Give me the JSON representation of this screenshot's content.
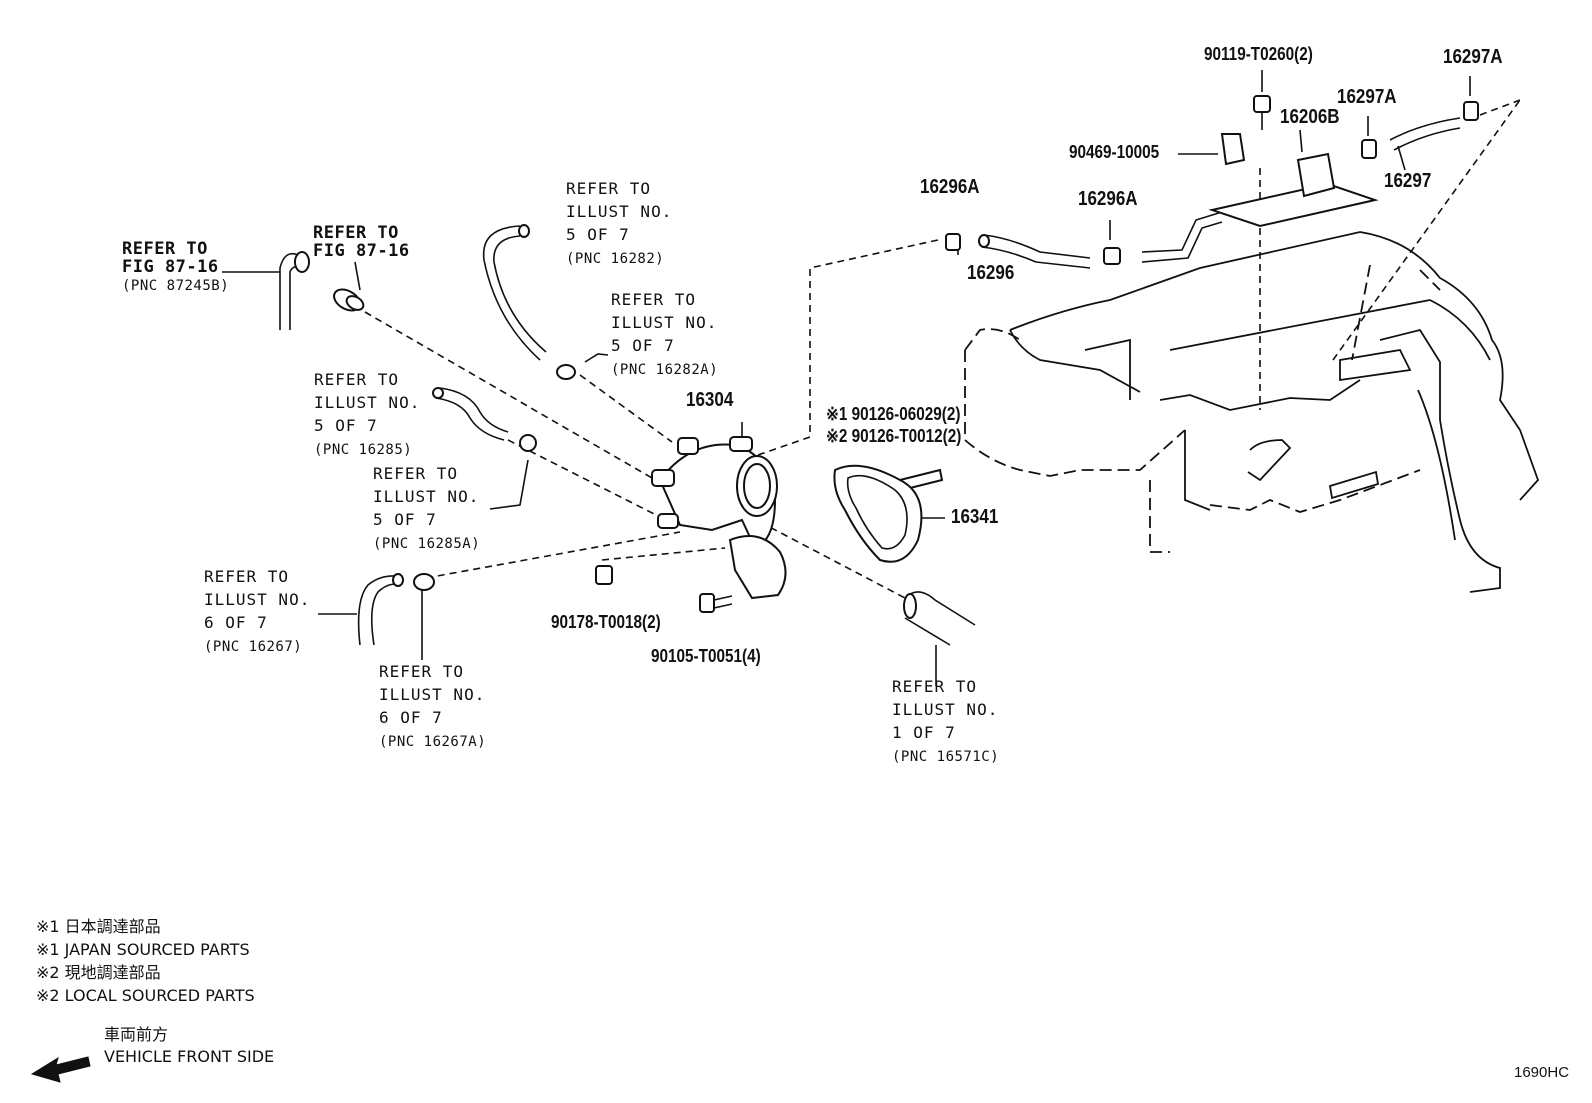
{
  "diagram_code": "1690HC",
  "parts": {
    "p16304": "16304",
    "p16341": "16341",
    "p16296": "16296",
    "p16296A_1": "16296A",
    "p16296A_2": "16296A",
    "p16297": "16297",
    "p16297A_1": "16297A",
    "p16297A_2": "16297A",
    "p16206B": "16206B",
    "p90119": "90119-T0260(2)",
    "p90469": "90469-10005",
    "p90178": "90178-T0018(2)",
    "p90105": "90105-T0051(4)",
    "p90126_1": "※1 90126-06029(2)",
    "p90126_2": "※2 90126-T0012(2)"
  },
  "refs": {
    "fig8716_a": {
      "line1": "REFER TO",
      "line2": "FIG 87-16",
      "pnc": "(PNC 87245B)"
    },
    "fig8716_b": {
      "line1": "REFER TO",
      "line2": "FIG 87-16"
    },
    "r16282": {
      "l1": "REFER TO",
      "l2": "ILLUST NO.",
      "l3": "5 OF 7",
      "pnc": "(PNC 16282)"
    },
    "r16282A": {
      "l1": "REFER TO",
      "l2": "ILLUST NO.",
      "l3": "5 OF 7",
      "pnc": "(PNC 16282A)"
    },
    "r16285": {
      "l1": "REFER TO",
      "l2": "ILLUST NO.",
      "l3": "5 OF 7",
      "pnc": "(PNC 16285)"
    },
    "r16285A": {
      "l1": "REFER TO",
      "l2": "ILLUST NO.",
      "l3": "5 OF 7",
      "pnc": "(PNC 16285A)"
    },
    "r16267": {
      "l1": "REFER TO",
      "l2": "ILLUST NO.",
      "l3": "6 OF 7",
      "pnc": "(PNC 16267)"
    },
    "r16267A": {
      "l1": "REFER TO",
      "l2": "ILLUST NO.",
      "l3": "6 OF 7",
      "pnc": "(PNC 16267A)"
    },
    "r16571C": {
      "l1": "REFER TO",
      "l2": "ILLUST NO.",
      "l3": "1 OF 7",
      "pnc": "(PNC 16571C)"
    }
  },
  "notes": {
    "n1_jp": "※1 日本調達部品",
    "n1_en": "※1 JAPAN SOURCED PARTS",
    "n2_jp": "※2 現地調達部品",
    "n2_en": "※2 LOCAL SOURCED PARTS",
    "front_jp": "車両前方",
    "front_en": "VEHICLE FRONT SIDE"
  },
  "icons": {
    "front_arrow": "arrow-left-icon"
  }
}
